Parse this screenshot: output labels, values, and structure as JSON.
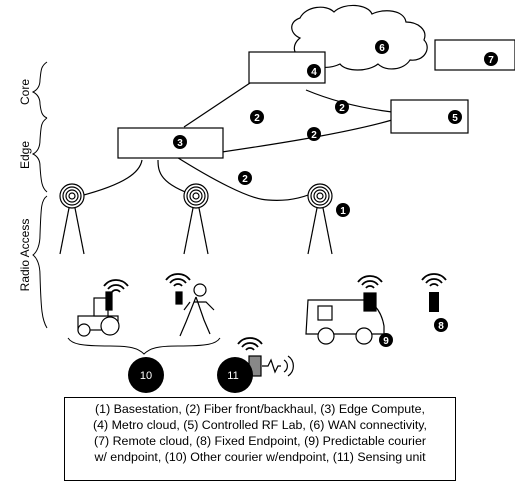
{
  "layers": {
    "core": "Core",
    "edge": "Edge",
    "radio_access": "Radio Access"
  },
  "badges": {
    "b1": "1",
    "b2": "2",
    "b3": "3",
    "b4": "4",
    "b5": "5",
    "b6": "6",
    "b7": "7",
    "b8": "8",
    "b9": "9",
    "b10": "10",
    "b11": "11"
  },
  "caption": {
    "lines": [
      "(1) Basestation, (2) Fiber front/backhaul, (3) Edge Compute,",
      "(4) Metro cloud, (5) Controlled RF Lab, (6) WAN connectivity,",
      "(7) Remote cloud, (8) Fixed Endpoint, (9) Predictable courier",
      "w/ endpoint, (10) Other courier w/endpoint, (11) Sensing unit"
    ]
  },
  "colors": {
    "ink": "#000000",
    "fill": "#ffffff",
    "sensor_gray": "#888888"
  },
  "icons": [
    "cloud-icon",
    "basestation-icon",
    "tractor-icon",
    "person-icon",
    "van-icon",
    "wifi-icon",
    "sensing-unit-icon"
  ]
}
